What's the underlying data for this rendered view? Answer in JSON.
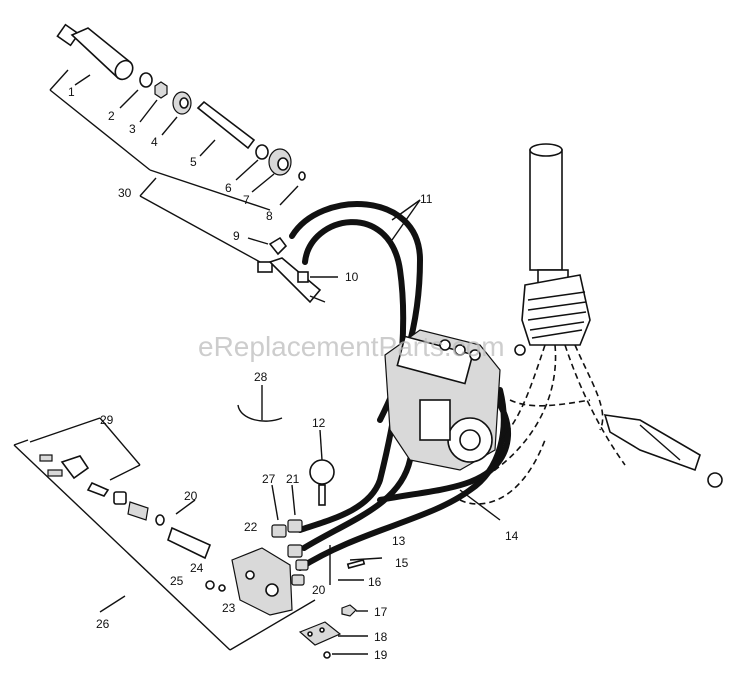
{
  "watermark": "eReplacementParts.com",
  "labels": {
    "l1": "1",
    "l2": "2",
    "l3": "3",
    "l4": "4",
    "l5": "5",
    "l6": "6",
    "l7": "7",
    "l8": "8",
    "l9": "9",
    "l10": "10",
    "l11": "11",
    "l12": "12",
    "l13": "13",
    "l14": "14",
    "l15": "15",
    "l16": "16",
    "l17": "17",
    "l18": "18",
    "l19": "19",
    "l20a": "20",
    "l20b": "20",
    "l21": "21",
    "l22": "22",
    "l23": "23",
    "l24": "24",
    "l25": "25",
    "l26": "26",
    "l27": "27",
    "l28": "28",
    "l29": "29",
    "l30": "30"
  }
}
